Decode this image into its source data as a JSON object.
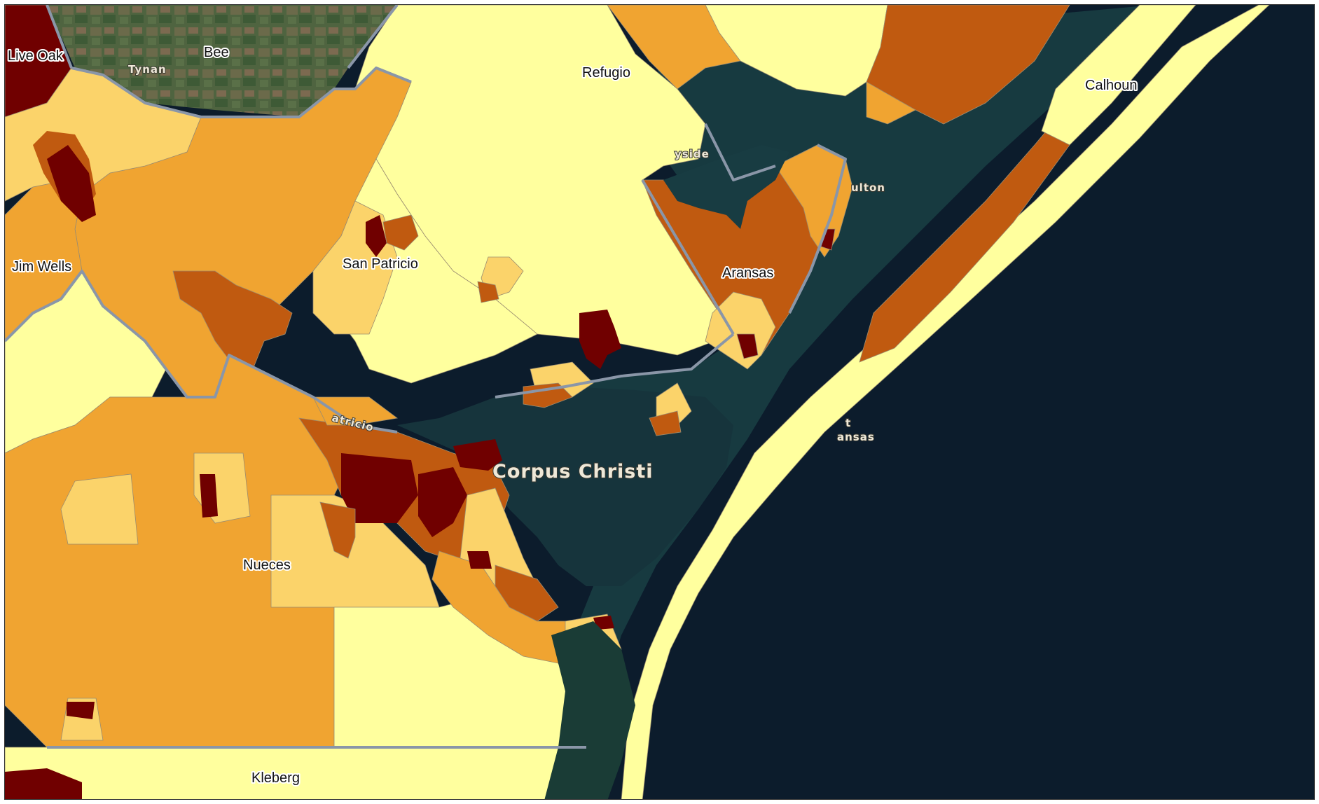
{
  "map": {
    "county_labels": {
      "live_oak": "Live Oak",
      "bee": "Bee",
      "refugio": "Refugio",
      "calhoun": "Calhoun",
      "jim_wells": "Jim Wells",
      "san_patricio": "San Patricio",
      "aransas": "Aransas",
      "nueces": "Nueces",
      "kleberg": "Kleberg"
    },
    "place_labels": {
      "corpus_christi": "Corpus Christi",
      "tynan": "Tynan",
      "bayside": "yside",
      "fulton": "ulton",
      "port_aransas_line1": "t",
      "port_aransas_line2": "ansas",
      "portland": "atricio"
    },
    "colors": {
      "class1_light_yellow": "#ffff9e",
      "class2_yellow": "#fbd36a",
      "class3_orange": "#f0a431",
      "class4_dark_orange": "#c05a10",
      "class5_maroon": "#700000",
      "water_bay": "#173a40",
      "gulf": "#0c1c2c",
      "county_boundary": "#8a96a8"
    }
  }
}
